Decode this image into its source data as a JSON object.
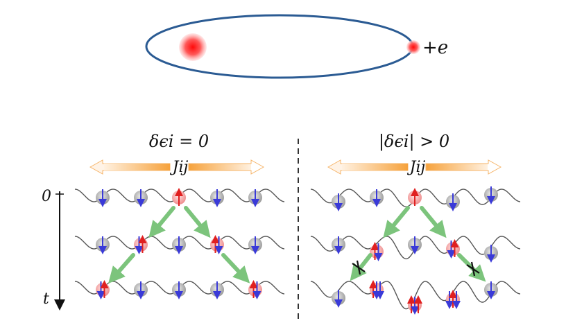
{
  "orbit": {
    "charge_label": "+e"
  },
  "panels": {
    "left": {
      "condition_label": "δϵi = 0",
      "coupling_label": "Jij"
    },
    "right": {
      "condition_label": "|δϵi| > 0",
      "coupling_label": "Jij"
    }
  },
  "time_axis": {
    "start_label": "0",
    "end_label": "t"
  },
  "colors": {
    "orbit": "#2b5b93",
    "charge": "#ff3b3b",
    "spin_down": "#3a3ad8",
    "spin_up": "#e02020",
    "hop_arrow": "#7cc47c",
    "coupling_arrow": "#f6a23c",
    "lattice": "#555555",
    "site": "#b0b0b0",
    "blocked_mark": "#111111"
  },
  "icons": {
    "blocked": "cross-mark-icon",
    "hop": "arrow-icon"
  }
}
